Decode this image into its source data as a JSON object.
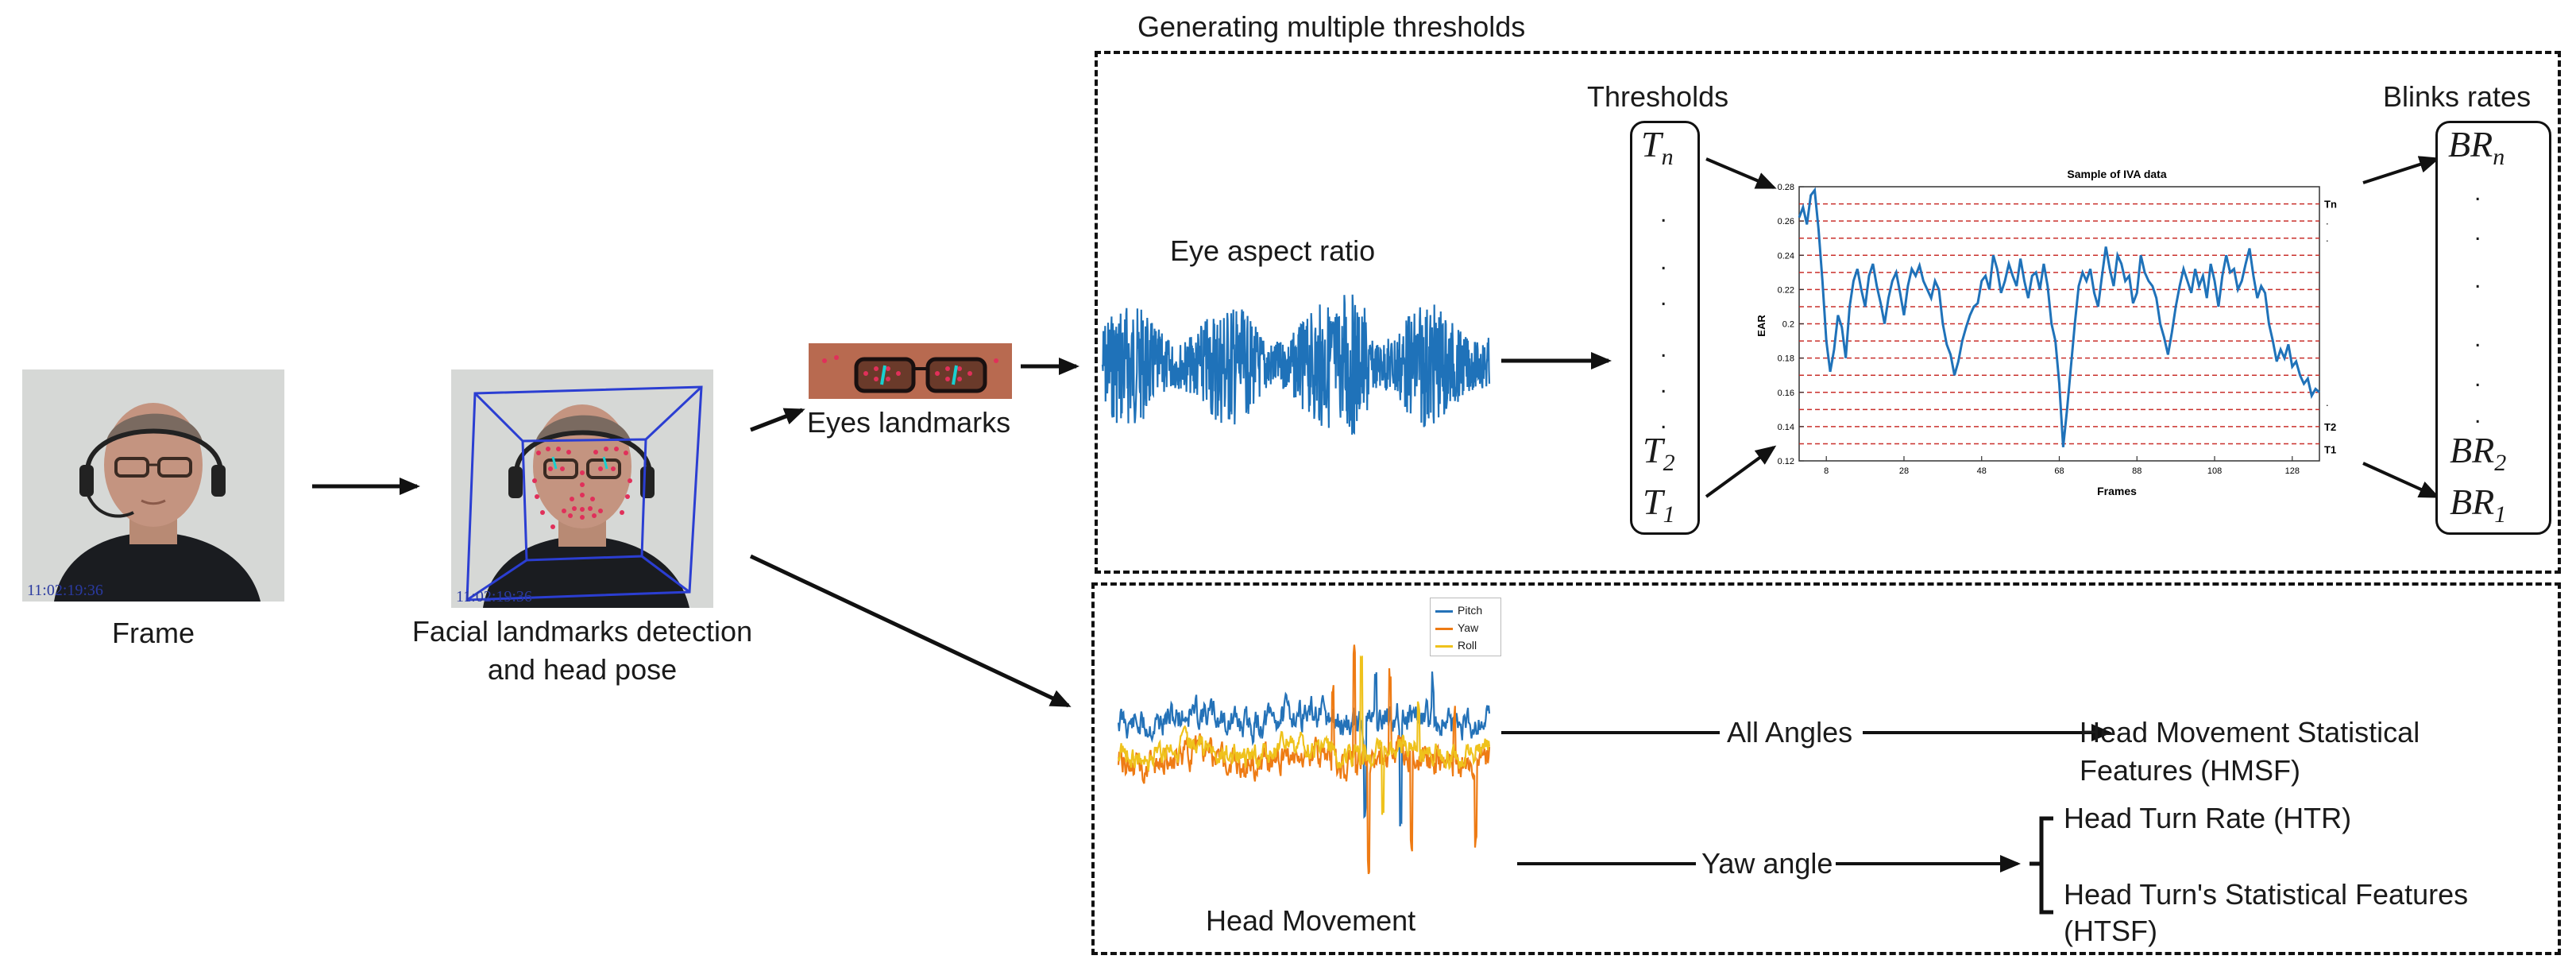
{
  "top_title": "Generating multiple thresholds",
  "frame": {
    "label": "Frame",
    "timestamp": "11:02:19:36"
  },
  "landmarks": {
    "label_line1": "Facial landmarks detection",
    "label_line2": "and head pose",
    "timestamp": "11:02:19:36"
  },
  "eyes": {
    "label": "Eyes landmarks"
  },
  "ear": {
    "label": "Eye aspect ratio"
  },
  "thresholds": {
    "title": "Thresholds",
    "top": {
      "sym": "T",
      "sub": "n"
    },
    "t2": {
      "sym": "T",
      "sub": "2"
    },
    "t1": {
      "sym": "T",
      "sub": "1"
    }
  },
  "blinks": {
    "title": "Blinks rates",
    "top": {
      "sym": "BR",
      "sub": "n"
    },
    "br2": {
      "sym": "BR",
      "sub": "2"
    },
    "br1": {
      "sym": "BR",
      "sub": "1"
    }
  },
  "chart_data": {
    "type": "line",
    "title": "Sample of IVA data",
    "xlabel": "Frames",
    "ylabel": "EAR",
    "xlim": [
      1,
      135
    ],
    "ylim": [
      0.12,
      0.28
    ],
    "x_ticks": [
      8,
      28,
      48,
      68,
      88,
      108,
      128
    ],
    "y_ticks": [
      0.12,
      0.14,
      0.16,
      0.18,
      0.2,
      0.22,
      0.24,
      0.26,
      0.28
    ],
    "y_tick_labels": [
      "0.12",
      "0.14",
      "0.16",
      "0.18",
      "0.2",
      "0.22",
      "0.24",
      "0.26",
      "0.28"
    ],
    "threshold_lines": [
      0.13,
      0.14,
      0.15,
      0.16,
      0.17,
      0.18,
      0.19,
      0.2,
      0.21,
      0.22,
      0.23,
      0.24,
      0.25,
      0.26,
      0.27
    ],
    "threshold_labels": {
      "top": "Tn",
      "t2": "T2",
      "t1": "T1"
    },
    "series": [
      {
        "values": [
          0.262,
          0.268,
          0.258,
          0.275,
          0.278,
          0.255,
          0.225,
          0.19,
          0.172,
          0.185,
          0.205,
          0.198,
          0.18,
          0.21,
          0.225,
          0.232,
          0.22,
          0.21,
          0.228,
          0.235,
          0.222,
          0.212,
          0.2,
          0.215,
          0.225,
          0.23,
          0.218,
          0.205,
          0.222,
          0.232,
          0.228,
          0.234,
          0.225,
          0.22,
          0.215,
          0.225,
          0.22,
          0.2,
          0.188,
          0.182,
          0.17,
          0.178,
          0.19,
          0.198,
          0.205,
          0.21,
          0.212,
          0.225,
          0.228,
          0.22,
          0.24,
          0.232,
          0.218,
          0.225,
          0.235,
          0.228,
          0.222,
          0.238,
          0.225,
          0.215,
          0.228,
          0.23,
          0.22,
          0.235,
          0.222,
          0.2,
          0.19,
          0.165,
          0.128,
          0.15,
          0.175,
          0.2,
          0.222,
          0.23,
          0.225,
          0.232,
          0.218,
          0.21,
          0.228,
          0.245,
          0.232,
          0.222,
          0.24,
          0.235,
          0.225,
          0.228,
          0.212,
          0.218,
          0.24,
          0.23,
          0.225,
          0.222,
          0.215,
          0.2,
          0.192,
          0.182,
          0.195,
          0.21,
          0.222,
          0.232,
          0.225,
          0.218,
          0.232,
          0.222,
          0.228,
          0.215,
          0.235,
          0.225,
          0.21,
          0.228,
          0.24,
          0.23,
          0.232,
          0.22,
          0.225,
          0.235,
          0.244,
          0.228,
          0.215,
          0.222,
          0.218,
          0.2,
          0.19,
          0.178,
          0.185,
          0.18,
          0.188,
          0.175,
          0.178,
          0.17,
          0.165,
          0.168,
          0.158,
          0.162,
          0.16
        ]
      }
    ]
  },
  "head": {
    "label": "Head Movement",
    "legend": [
      "Pitch",
      "Yaw",
      "Roll"
    ],
    "colors": {
      "pitch": "#2472b8",
      "yaw": "#ee7b14",
      "roll": "#efc21c"
    }
  },
  "flow": {
    "all_angles": "All Angles",
    "hmsf_line1": "Head Movement Statistical",
    "hmsf_line2": "Features (HMSF)",
    "yaw_angle": "Yaw angle",
    "htr": "Head Turn Rate (HTR)",
    "htsf_line1": "Head Turn's Statistical Features",
    "htsf_line2": "(HTSF)"
  },
  "colors": {
    "ear_blue": "#1f72b9",
    "threshold_red": "#c9302c",
    "landmark_red": "#e0305a",
    "pose_blue": "#2b3ed2"
  }
}
